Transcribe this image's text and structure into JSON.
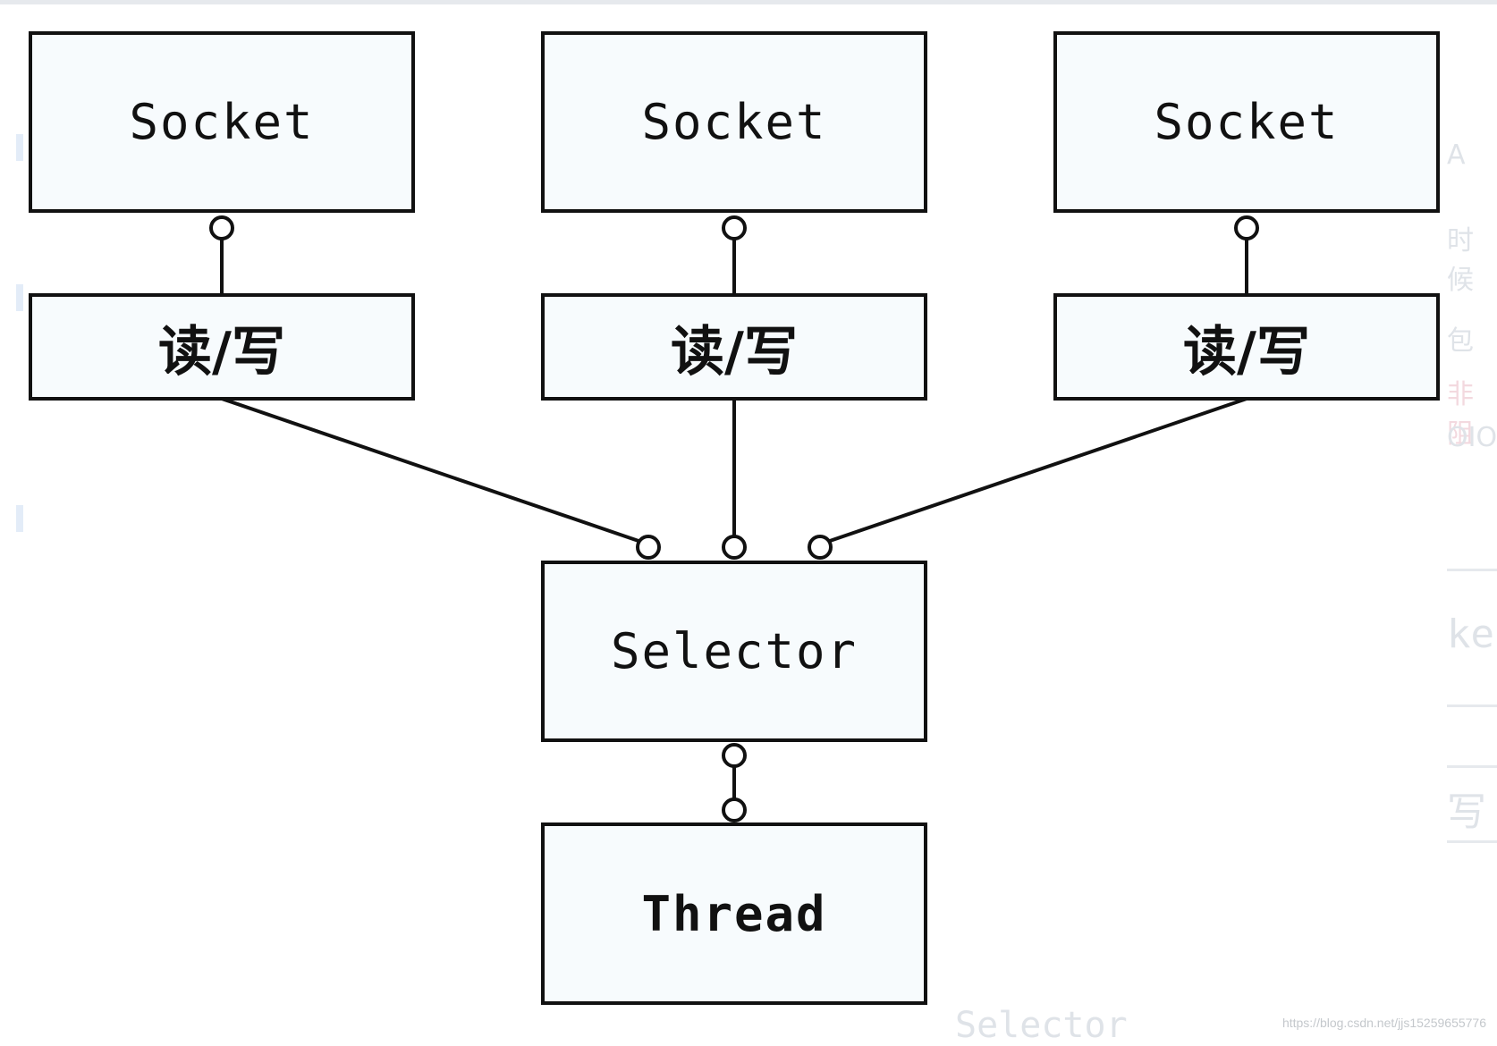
{
  "diagram": {
    "sockets": [
      {
        "label": "Socket",
        "io_label": "读/写"
      },
      {
        "label": "Socket",
        "io_label": "读/写"
      },
      {
        "label": "Socket",
        "io_label": "读/写"
      }
    ],
    "selector_label": "Selector",
    "thread_label": "Thread"
  },
  "background": {
    "right_fragments": [
      "A",
      "时候",
      "包",
      "非阻",
      "OIO",
      "ke",
      "写"
    ],
    "bottom_fragment": "Selector",
    "watermark": "https://blog.csdn.net/jjs15259655776"
  },
  "colors": {
    "line": "#111111",
    "box_fill": "#f7fbfd",
    "ghost_text": "#dfe3e8"
  }
}
